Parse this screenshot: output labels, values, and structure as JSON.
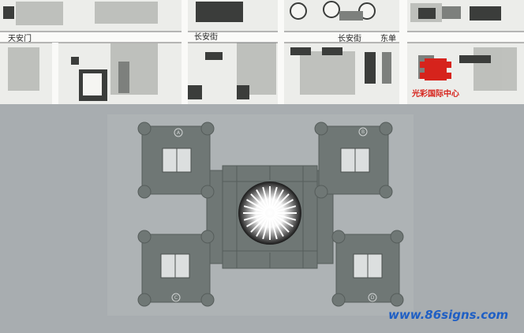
{
  "map": {
    "labels": {
      "tiananmen": "天安门",
      "changanjie_west": "长安街",
      "changanjie_east": "长安街",
      "dongdan": "东单",
      "center": "光彩国际中心"
    }
  },
  "plan": {
    "tower_marks": [
      "A",
      "B",
      "C",
      "D"
    ]
  },
  "watermark": "www.86signs.com",
  "colors": {
    "highlight": "#d6231c",
    "plan_fill": "#6f7775",
    "background": "#a8adb0",
    "watermark": "#1f5fc4"
  }
}
